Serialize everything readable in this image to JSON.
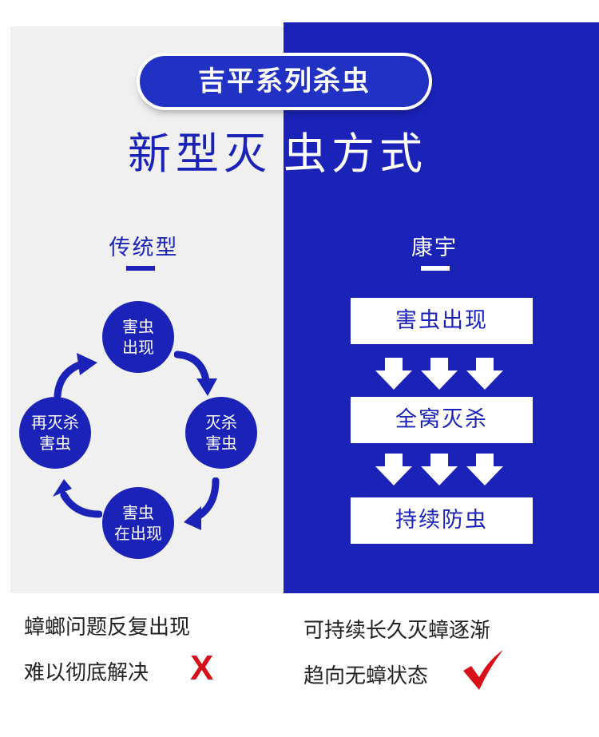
{
  "title_pill": "吉平系列杀虫",
  "headline_left": "新型灭",
  "headline_right": "虫方式",
  "left_column": {
    "heading": "传统型",
    "cycle": [
      {
        "line1": "害虫",
        "line2": "出现"
      },
      {
        "line1": "灭杀",
        "line2": "害虫"
      },
      {
        "line1": "害虫",
        "line2": "在出现"
      },
      {
        "line1": "再灭杀",
        "line2": "害虫"
      }
    ]
  },
  "right_column": {
    "heading": "康宇",
    "steps": [
      "害虫出现",
      "全窝灭杀",
      "持续防虫"
    ]
  },
  "bottom_left": {
    "line1": "蟑螂问题反复出现",
    "line2": "难以彻底解决",
    "mark": "X"
  },
  "bottom_right": {
    "line1": "可持续长久灭蟑逐渐",
    "line2": "趋向无蟑状态"
  },
  "colors": {
    "brand_blue": "#1a22b8",
    "mark_red": "#d8101a"
  }
}
